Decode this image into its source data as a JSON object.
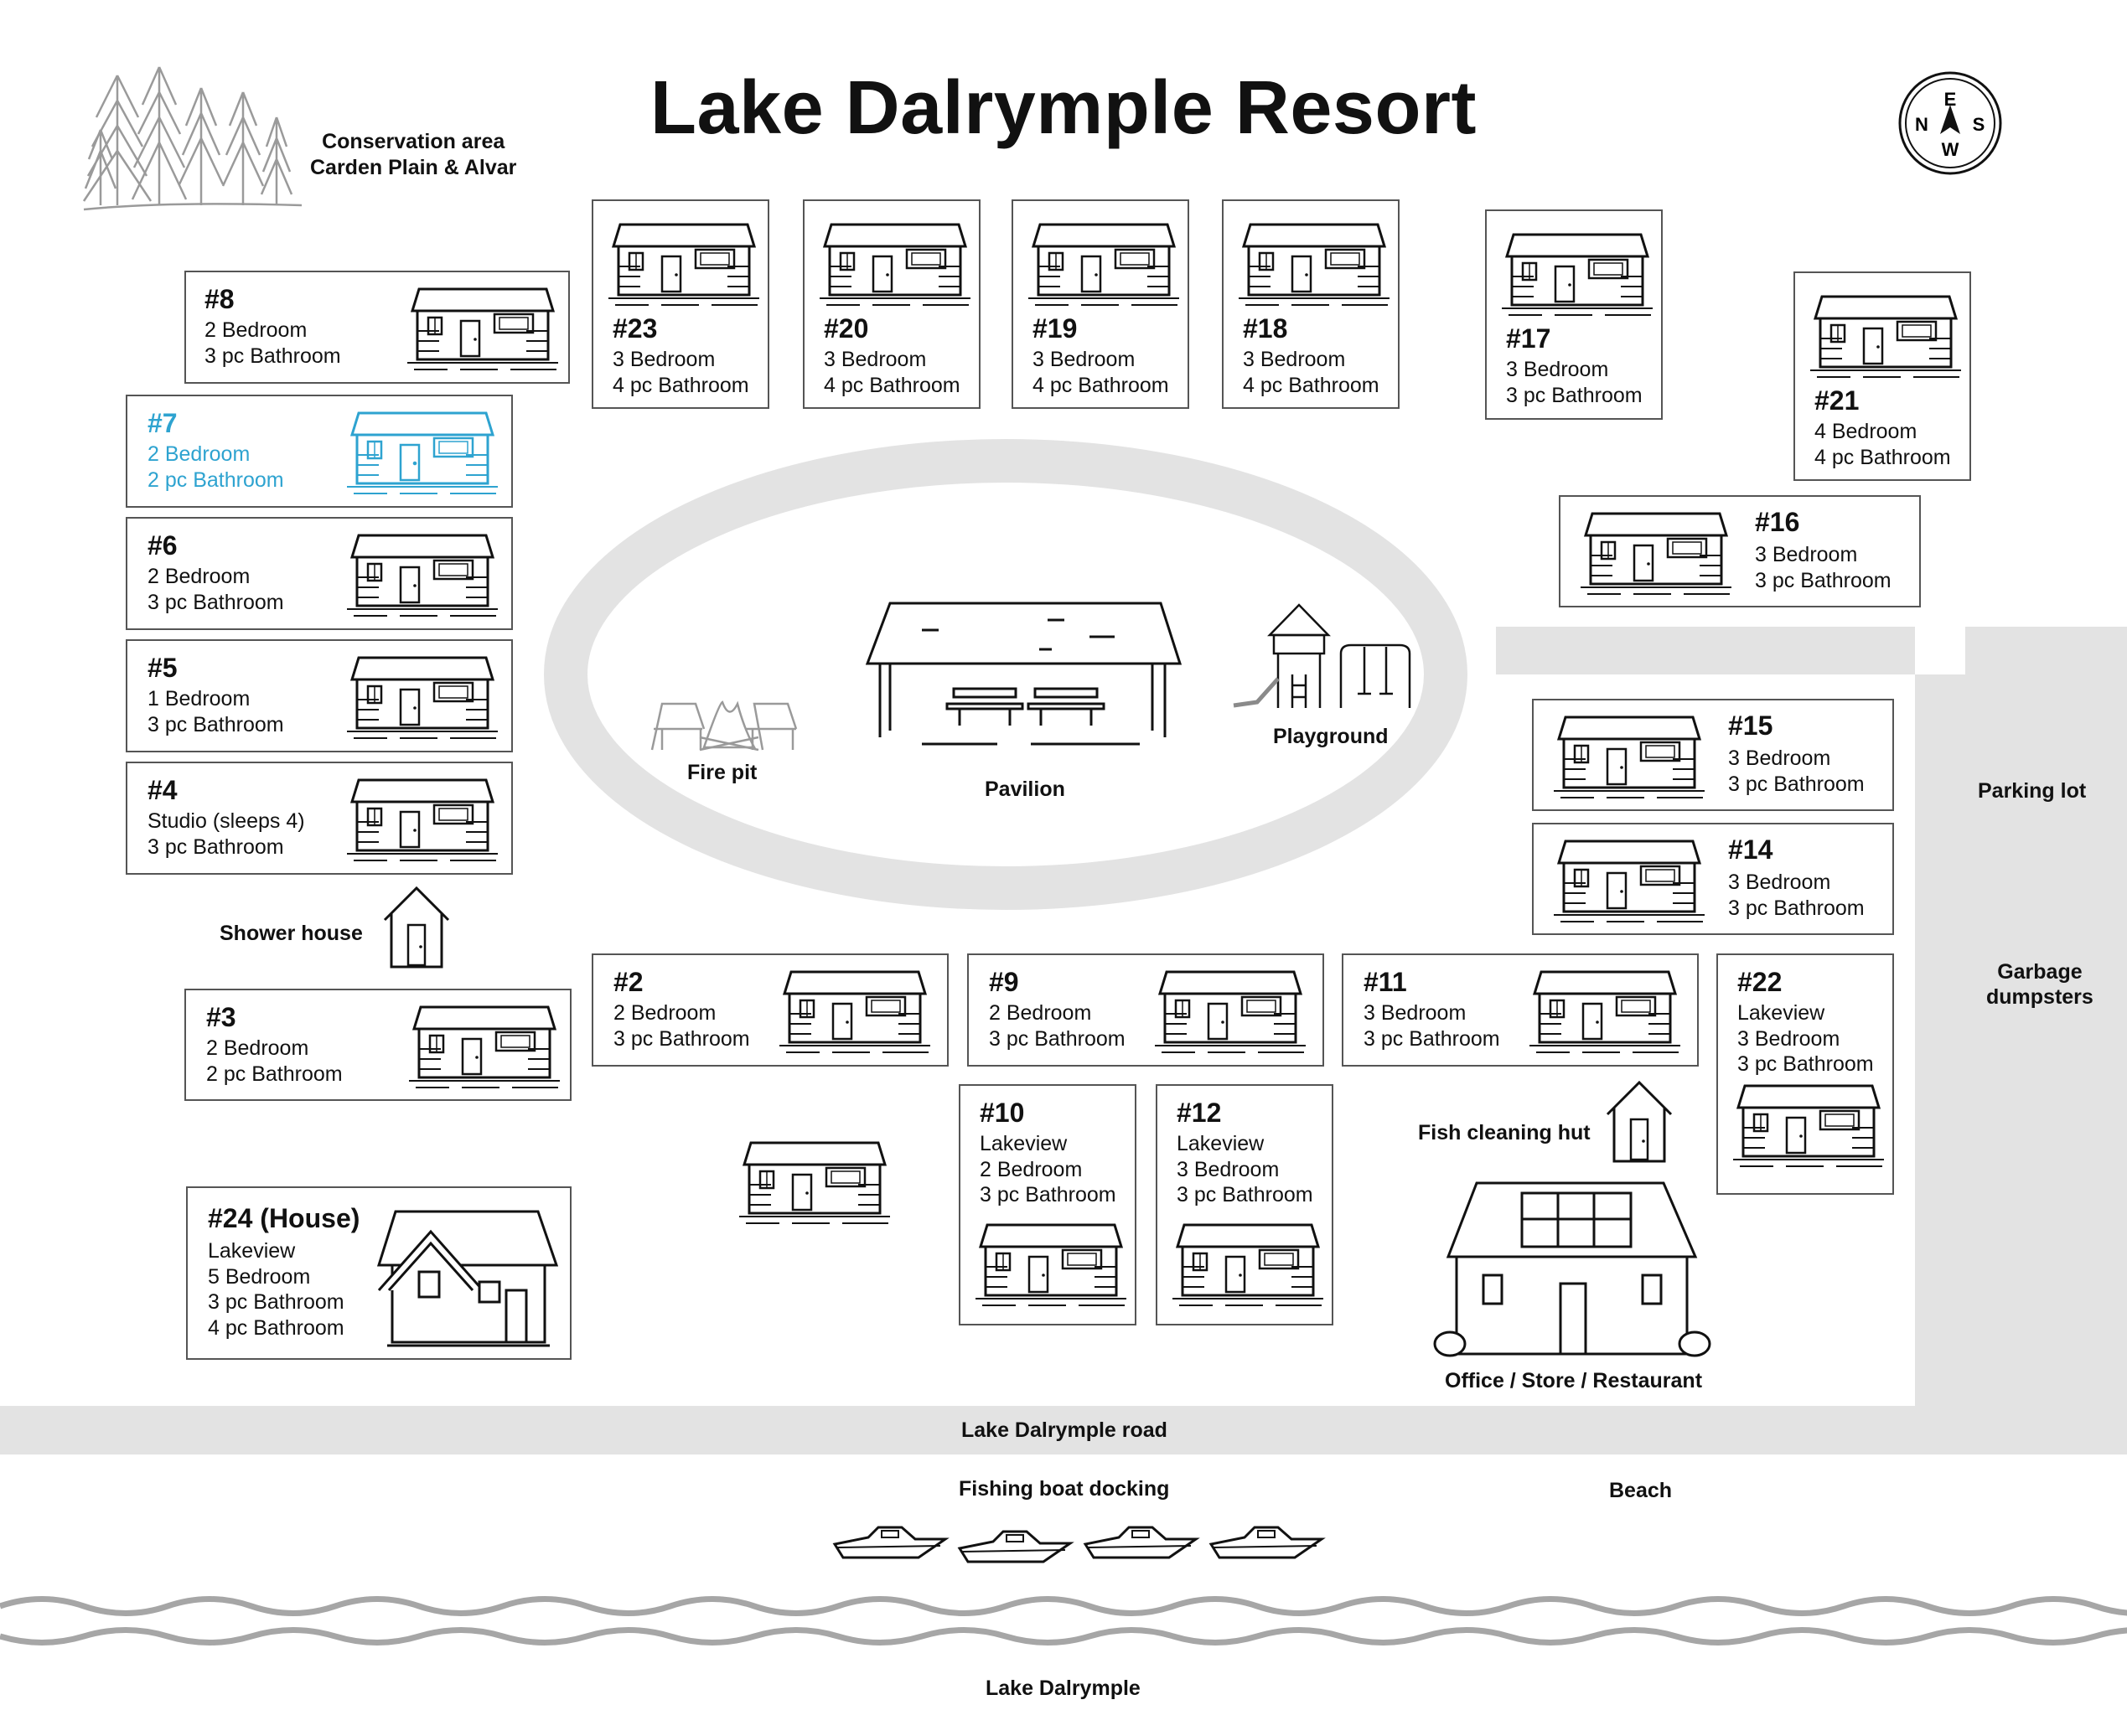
{
  "map": {
    "title": "Lake Dalrymple Resort",
    "compass": {
      "top": "E",
      "left": "N",
      "right": "S",
      "bottom": "W"
    },
    "labels": {
      "conservation_line1": "Conservation area",
      "conservation_line2": "Carden Plain & Alvar",
      "fire_pit": "Fire pit",
      "pavilion": "Pavilion",
      "playground": "Playground",
      "parking_lot": "Parking lot",
      "garbage_line1": "Garbage",
      "garbage_line2": "dumpsters",
      "shower_house": "Shower house",
      "fish_cleaning_hut": "Fish cleaning hut",
      "office": "Office / Store / Restaurant",
      "road": "Lake Dalrymple road",
      "boat_docking": "Fishing boat docking",
      "beach": "Beach",
      "lake": "Lake Dalrymple"
    },
    "cabins": [
      {
        "id": "c8",
        "number": "#8",
        "lines": [
          "2 Bedroom",
          "3 pc Bathroom"
        ]
      },
      {
        "id": "c7",
        "number": "#7",
        "lines": [
          "2 Bedroom",
          "2 pc Bathroom"
        ],
        "highlight": true
      },
      {
        "id": "c6",
        "number": "#6",
        "lines": [
          "2 Bedroom",
          "3 pc Bathroom"
        ]
      },
      {
        "id": "c5",
        "number": "#5",
        "lines": [
          "1 Bedroom",
          "3 pc Bathroom"
        ]
      },
      {
        "id": "c4",
        "number": "#4",
        "lines": [
          "Studio (sleeps 4)",
          "3 pc Bathroom"
        ]
      },
      {
        "id": "c3",
        "number": "#3",
        "lines": [
          "2 Bedroom",
          "2 pc Bathroom"
        ]
      },
      {
        "id": "c24",
        "number": "#24 (House)",
        "lines": [
          "Lakeview",
          "5 Bedroom",
          "3 pc Bathroom",
          "4 pc Bathroom"
        ]
      },
      {
        "id": "c23",
        "number": "#23",
        "lines": [
          "3 Bedroom",
          "4 pc Bathroom"
        ]
      },
      {
        "id": "c20",
        "number": "#20",
        "lines": [
          "3 Bedroom",
          "4 pc Bathroom"
        ]
      },
      {
        "id": "c19",
        "number": "#19",
        "lines": [
          "3 Bedroom",
          "4 pc Bathroom"
        ]
      },
      {
        "id": "c18",
        "number": "#18",
        "lines": [
          "3 Bedroom",
          "4 pc Bathroom"
        ]
      },
      {
        "id": "c17",
        "number": "#17",
        "lines": [
          "3 Bedroom",
          "3 pc Bathroom"
        ]
      },
      {
        "id": "c21",
        "number": "#21",
        "lines": [
          "4 Bedroom",
          "4 pc Bathroom"
        ]
      },
      {
        "id": "c16",
        "number": "#16",
        "lines": [
          "3 Bedroom",
          "3 pc Bathroom"
        ]
      },
      {
        "id": "c15",
        "number": "#15",
        "lines": [
          "3 Bedroom",
          "3 pc Bathroom"
        ]
      },
      {
        "id": "c14",
        "number": "#14",
        "lines": [
          "3 Bedroom",
          "3 pc Bathroom"
        ]
      },
      {
        "id": "c2",
        "number": "#2",
        "lines": [
          "2 Bedroom",
          "3 pc Bathroom"
        ]
      },
      {
        "id": "c9",
        "number": "#9",
        "lines": [
          "2 Bedroom",
          "3 pc Bathroom"
        ]
      },
      {
        "id": "c11",
        "number": "#11",
        "lines": [
          "3 Bedroom",
          "3 pc Bathroom"
        ]
      },
      {
        "id": "c22",
        "number": "#22",
        "lines": [
          "Lakeview",
          "3 Bedroom",
          "3 pc Bathroom"
        ]
      },
      {
        "id": "c10",
        "number": "#10",
        "lines": [
          "Lakeview",
          "2 Bedroom",
          "3 pc Bathroom"
        ]
      },
      {
        "id": "c12",
        "number": "#12",
        "lines": [
          "Lakeview",
          "3 Bedroom",
          "3 pc Bathroom"
        ]
      }
    ],
    "colors": {
      "highlight": "#2ea3d0",
      "road": "#e3e3e3",
      "water": "#a6a6a6",
      "line": "#111111"
    }
  }
}
